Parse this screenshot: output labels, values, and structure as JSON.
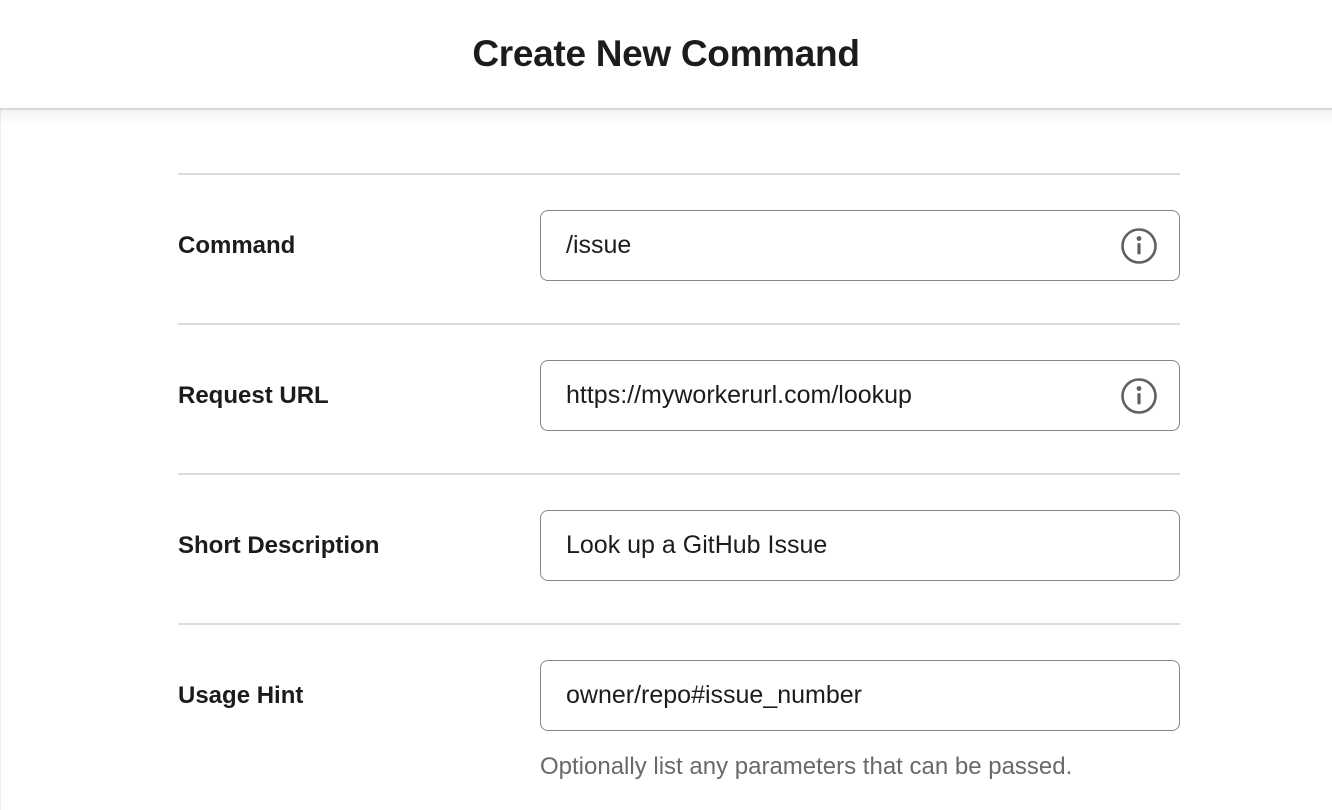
{
  "page": {
    "title": "Create New Command"
  },
  "form": {
    "fields": [
      {
        "label": "Command",
        "value": "/issue",
        "has_info_icon": true,
        "helper": ""
      },
      {
        "label": "Request URL",
        "value": "https://myworkerurl.com/lookup",
        "has_info_icon": true,
        "helper": ""
      },
      {
        "label": "Short Description",
        "value": "Look up a GitHub Issue",
        "has_info_icon": false,
        "helper": ""
      },
      {
        "label": "Usage Hint",
        "value": "owner/repo#issue_number",
        "has_info_icon": false,
        "helper": "Optionally list any parameters that can be passed."
      }
    ]
  },
  "icons": {
    "info": "circled lowercase i"
  },
  "colors": {
    "text": "#1d1c1d",
    "input_border": "#868686",
    "divider": "#dcdcdc",
    "helper_text": "#696969",
    "icon": "#616061",
    "header_border": "#e4e4e4"
  }
}
